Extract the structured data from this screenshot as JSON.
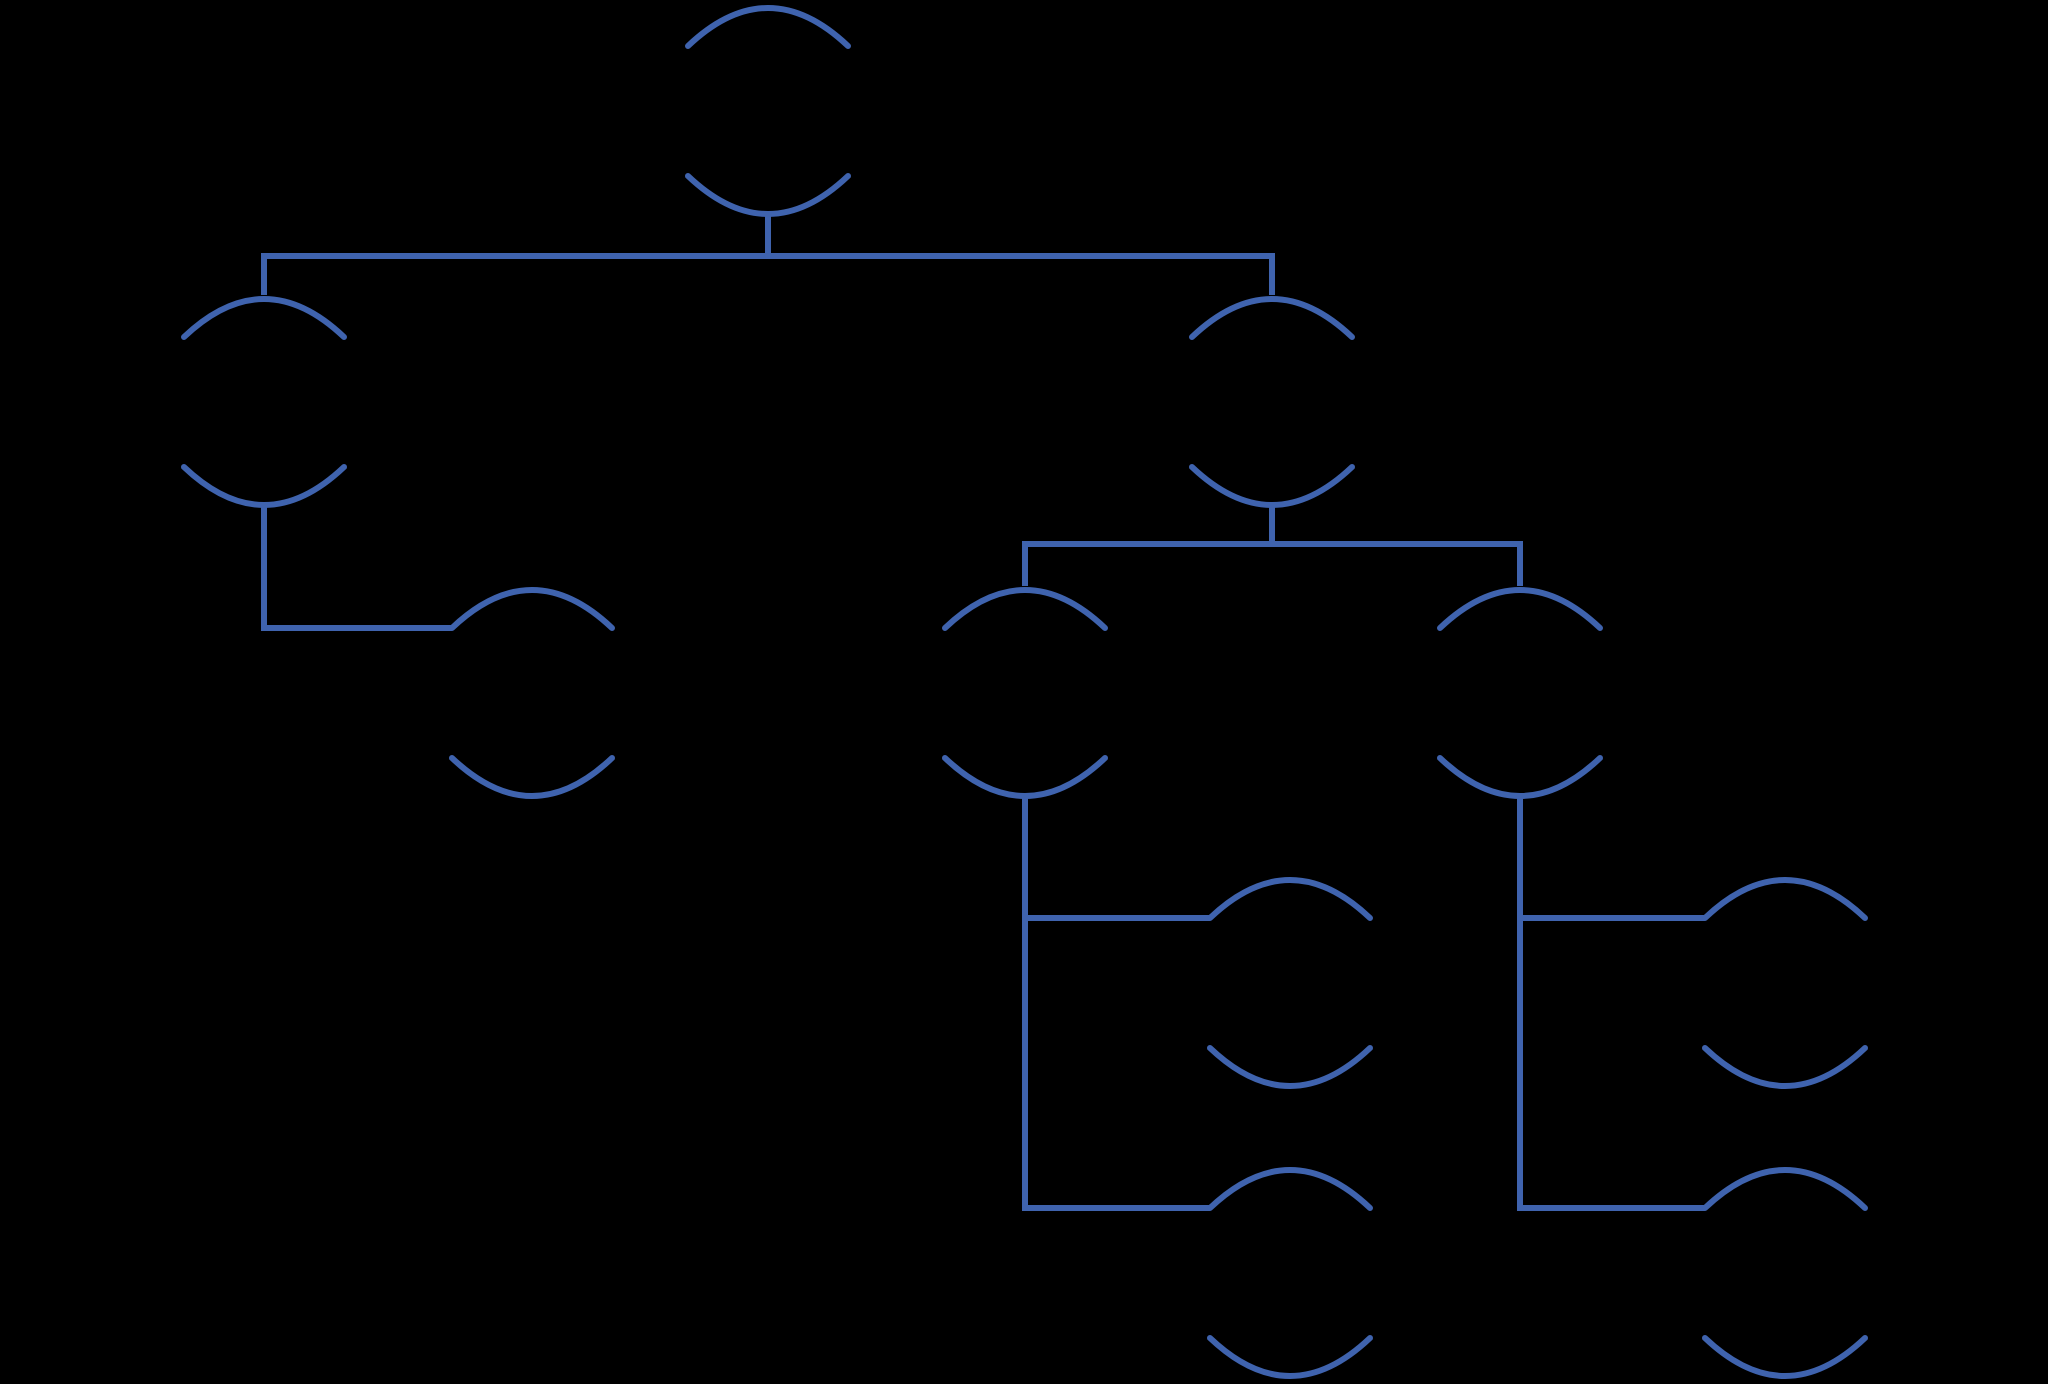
{
  "diagram": {
    "type": "tree",
    "background_color": "#000000",
    "stroke_color": "#3F63AE",
    "root": "node-root",
    "nodes": [
      {
        "id": "node-root",
        "label": ""
      },
      {
        "id": "node-l1-left",
        "label": ""
      },
      {
        "id": "node-l1-right",
        "label": ""
      },
      {
        "id": "node-l2-left-child",
        "label": ""
      },
      {
        "id": "node-l2-right-a",
        "label": ""
      },
      {
        "id": "node-l2-right-b",
        "label": ""
      },
      {
        "id": "node-l3-a1",
        "label": ""
      },
      {
        "id": "node-l3-a2",
        "label": ""
      },
      {
        "id": "node-l3-b1",
        "label": ""
      },
      {
        "id": "node-l3-b2",
        "label": ""
      }
    ],
    "edges": [
      {
        "from": "node-root",
        "to": "node-l1-left"
      },
      {
        "from": "node-root",
        "to": "node-l1-right"
      },
      {
        "from": "node-l1-left",
        "to": "node-l2-left-child"
      },
      {
        "from": "node-l1-right",
        "to": "node-l2-right-a"
      },
      {
        "from": "node-l1-right",
        "to": "node-l2-right-b"
      },
      {
        "from": "node-l2-right-a",
        "to": "node-l3-a1"
      },
      {
        "from": "node-l2-right-a",
        "to": "node-l3-a2"
      },
      {
        "from": "node-l2-right-b",
        "to": "node-l3-b1"
      },
      {
        "from": "node-l2-right-b",
        "to": "node-l3-b2"
      }
    ]
  }
}
